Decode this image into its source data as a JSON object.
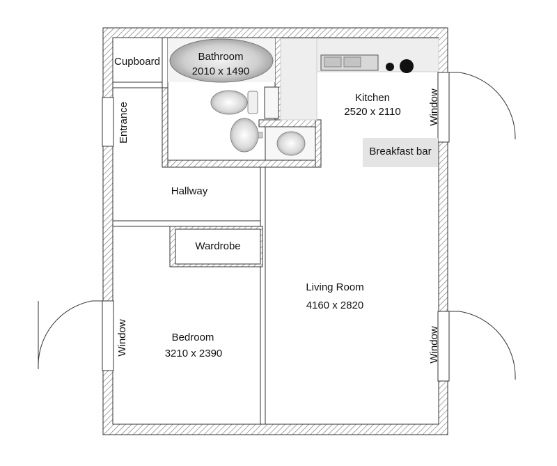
{
  "rooms": {
    "bathroom": {
      "name": "Bathroom",
      "size": "2010 x 1490"
    },
    "kitchen": {
      "name": "Kitchen",
      "size": "2520 x 2110"
    },
    "living": {
      "name": "Living Room",
      "size": "4160 x 2820"
    },
    "bedroom": {
      "name": "Bedroom",
      "size": "3210 x 2390"
    },
    "hallway": {
      "name": "Hallway"
    },
    "cupboard": {
      "name": "Cupboard"
    },
    "wardrobe": {
      "name": "Wardrobe"
    },
    "breakfast_bar": {
      "name": "Breakfast bar"
    }
  },
  "openings": {
    "entrance": "Entrance",
    "window_kitchen": "Window",
    "window_living": "Window",
    "window_bedroom": "Window"
  },
  "colors": {
    "wall_line": "#333333",
    "hatch": "#666666",
    "counter": "#eeeeee",
    "bar": "#e4e4e4",
    "fixture": "#bbbbbb"
  }
}
